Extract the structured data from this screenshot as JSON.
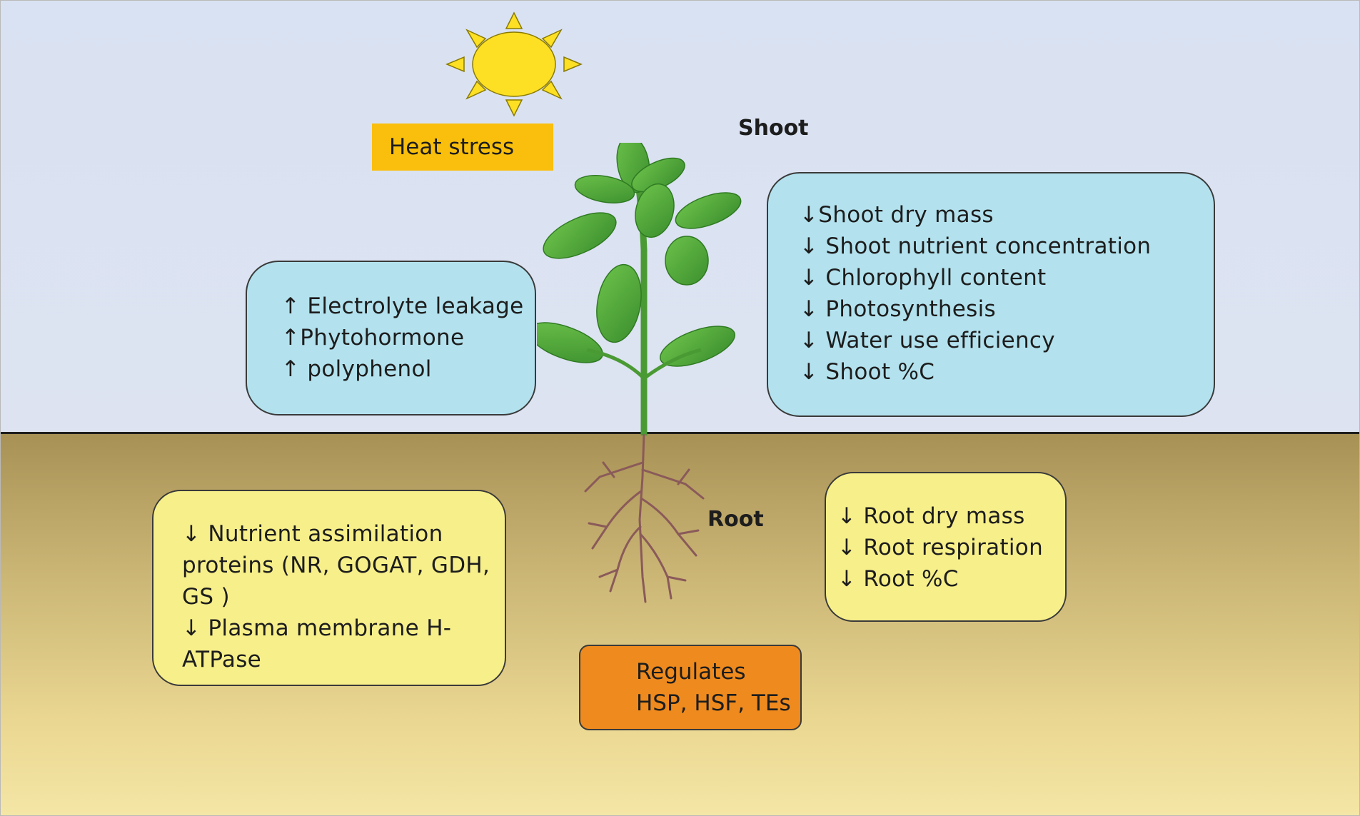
{
  "heat_label": "Heat stress",
  "shoot_label": "Shoot",
  "root_label": "Root",
  "shoot_left_box": [
    "↑ Electrolyte leakage",
    "↑Phytohormone",
    "↑ polyphenol"
  ],
  "shoot_right_box": [
    "↓Shoot dry mass",
    "↓ Shoot nutrient concentration",
    "↓ Chlorophyll content",
    "↓ Photosynthesis",
    "↓ Water use efficiency",
    "↓ Shoot %C"
  ],
  "root_left_box": [
    "↓ Nutrient assimilation",
    "proteins (NR, GOGAT, GDH,",
    "GS )",
    "↓ Plasma membrane H-",
    "ATPase"
  ],
  "root_right_box": [
    "↓ Root dry mass",
    "↓ Root respiration",
    "↓ Root %C"
  ],
  "regulates_box": [
    "Regulates",
    "HSP, HSF, TEs"
  ],
  "colors": {
    "sky": "#d9e2f2",
    "soil_top": "#a89155",
    "soil_bottom": "#f4e6a6",
    "sun": "#fde023",
    "heat_label_bg": "#f9bf0c",
    "blue_box": "#b3e2ee",
    "yellow_box": "#f7ef8a",
    "orange_box": "#ee8a1e",
    "leaf": "#4fa83c",
    "root": "#8a5a5a"
  },
  "icons": [
    "sun-icon",
    "plant-icon",
    "roots-icon"
  ]
}
